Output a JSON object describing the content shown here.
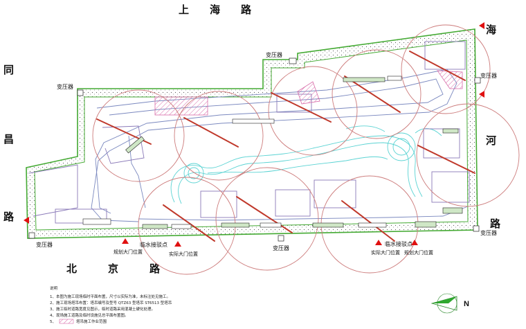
{
  "roads": {
    "north": "上　　海　　路",
    "south": "北　　　京　　　路",
    "west": [
      "同",
      "昌",
      "路"
    ],
    "east_upper": "海",
    "east_middle": "河",
    "east_lower": "路"
  },
  "labels": {
    "transformer_top": "变压器",
    "transformer_left": "变压器",
    "transformer_right": "变压器",
    "transformer_bottom_left": "变压器",
    "transformer_bottom_mid": "变压器",
    "transformer_bottom_right": "变压器",
    "water_point_left": "临水接驳点",
    "water_point_right": "临水接驳点",
    "gate_planned_left": "规划大门位置",
    "gate_actual_left": "实际大门位置",
    "gate_actual_right": "实际大门位置",
    "gate_planned_right": "规划大门位置"
  },
  "legend": {
    "title": "说明",
    "items": [
      "1、本图为施工现场临时平面布置，尺寸以实际为准，未标注处见施工。",
      "2、施工现场塔吊布置：塔吊编号及型号 QTZ63 型塔吊 ST6513 型塔吊",
      "3、施工临时道路宽度见图示，临时道路采用混凝土硬化处理。",
      "4、现场施工道路及临时设施见总平面布置图。",
      "5、"
    ],
    "hatch_caption": "塔吊施工作业范围"
  },
  "north_arrow": {
    "letter": "N"
  },
  "colors": {
    "boundary": "#44aa33",
    "crane_circle": "#cc7a7a",
    "crane_jib": "#c0392b",
    "hatch": "#d86aa8",
    "landscape": "#5ad3d3",
    "building": "#8a79b8",
    "flag": "#e01010"
  }
}
